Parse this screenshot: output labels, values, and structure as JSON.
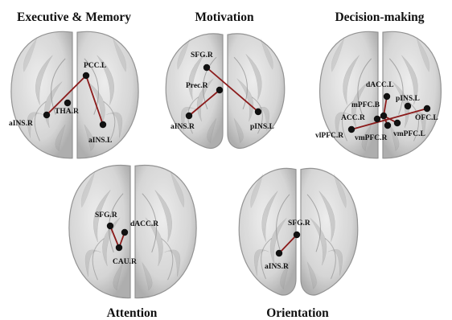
{
  "colors": {
    "edge": "#8b1a1a",
    "node": "#111111",
    "brain_fill": "#d2d2d2",
    "brain_stroke": "#8a8a8a",
    "gyri": "#9c9c9c"
  },
  "panels": [
    {
      "id": "executive-memory",
      "title": "Executive & Memory",
      "nodes": [
        {
          "id": "pcc-l",
          "label": "PCC.L"
        },
        {
          "id": "tha-r",
          "label": "THA.R"
        },
        {
          "id": "ains-r",
          "label": "aINS.R"
        },
        {
          "id": "ains-l",
          "label": "aINS.L"
        }
      ],
      "edges": [
        [
          "pcc-l",
          "ains-r"
        ],
        [
          "pcc-l",
          "ains-l"
        ]
      ]
    },
    {
      "id": "motivation",
      "title": "Motivation",
      "nodes": [
        {
          "id": "sfg-r",
          "label": "SFG.R"
        },
        {
          "id": "prec-r",
          "label": "Prec.R"
        },
        {
          "id": "ains-r",
          "label": "aINS.R"
        },
        {
          "id": "pins-l",
          "label": "pINS.L"
        }
      ],
      "edges": [
        [
          "sfg-r",
          "pins-l"
        ],
        [
          "prec-r",
          "ains-r"
        ]
      ]
    },
    {
      "id": "decision-making",
      "title": "Decision-making",
      "nodes": [
        {
          "id": "dacc-l",
          "label": "dACC.L"
        },
        {
          "id": "mpfc-b",
          "label": "mPFC.B"
        },
        {
          "id": "pins-l",
          "label": "pINS.L"
        },
        {
          "id": "acc-r",
          "label": "ACC.R"
        },
        {
          "id": "ofc-l",
          "label": "OFC.L"
        },
        {
          "id": "vlpfc-r",
          "label": "vlPFC.R"
        },
        {
          "id": "vmpfc-r",
          "label": "vmPFC.R"
        },
        {
          "id": "vmpfc-l",
          "label": "vmPFC.L"
        }
      ],
      "edges": [
        [
          "dacc-l",
          "mpfc-b"
        ],
        [
          "mpfc-b",
          "acc-r"
        ],
        [
          "mpfc-b",
          "vmpfc-r"
        ],
        [
          "vlpfc-r",
          "ofc-l"
        ],
        [
          "mpfc-b",
          "vmpfc-l"
        ]
      ]
    },
    {
      "id": "attention",
      "title": "Attention",
      "nodes": [
        {
          "id": "sfg-r",
          "label": "SFG.R"
        },
        {
          "id": "dacc-r",
          "label": "dACC.R"
        },
        {
          "id": "cau-r",
          "label": "CAU.R"
        }
      ],
      "edges": [
        [
          "sfg-r",
          "cau-r"
        ],
        [
          "dacc-r",
          "cau-r"
        ]
      ]
    },
    {
      "id": "orientation",
      "title": "Orientation",
      "nodes": [
        {
          "id": "sfg-r",
          "label": "SFG.R"
        },
        {
          "id": "ains-r",
          "label": "aINS.R"
        }
      ],
      "edges": [
        [
          "sfg-r",
          "ains-r"
        ]
      ]
    }
  ]
}
